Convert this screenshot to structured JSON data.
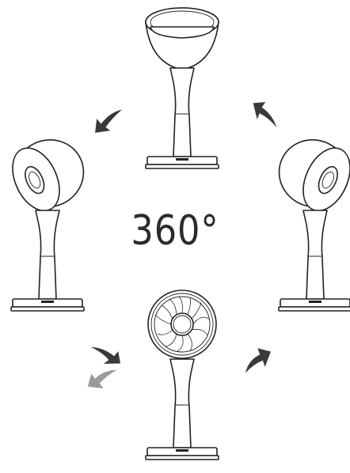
{
  "rotation_label": "360°",
  "colors": {
    "line": "#222222",
    "arrow_primary": "#3a3a3a",
    "arrow_secondary": "#9a9a9a",
    "background": "#ffffff"
  },
  "views": [
    {
      "name": "fan-top-view",
      "orientation": "tilted-up"
    },
    {
      "name": "fan-left-view",
      "orientation": "angled-left"
    },
    {
      "name": "fan-right-view",
      "orientation": "angled-right"
    },
    {
      "name": "fan-front-view",
      "orientation": "facing-front"
    }
  ]
}
